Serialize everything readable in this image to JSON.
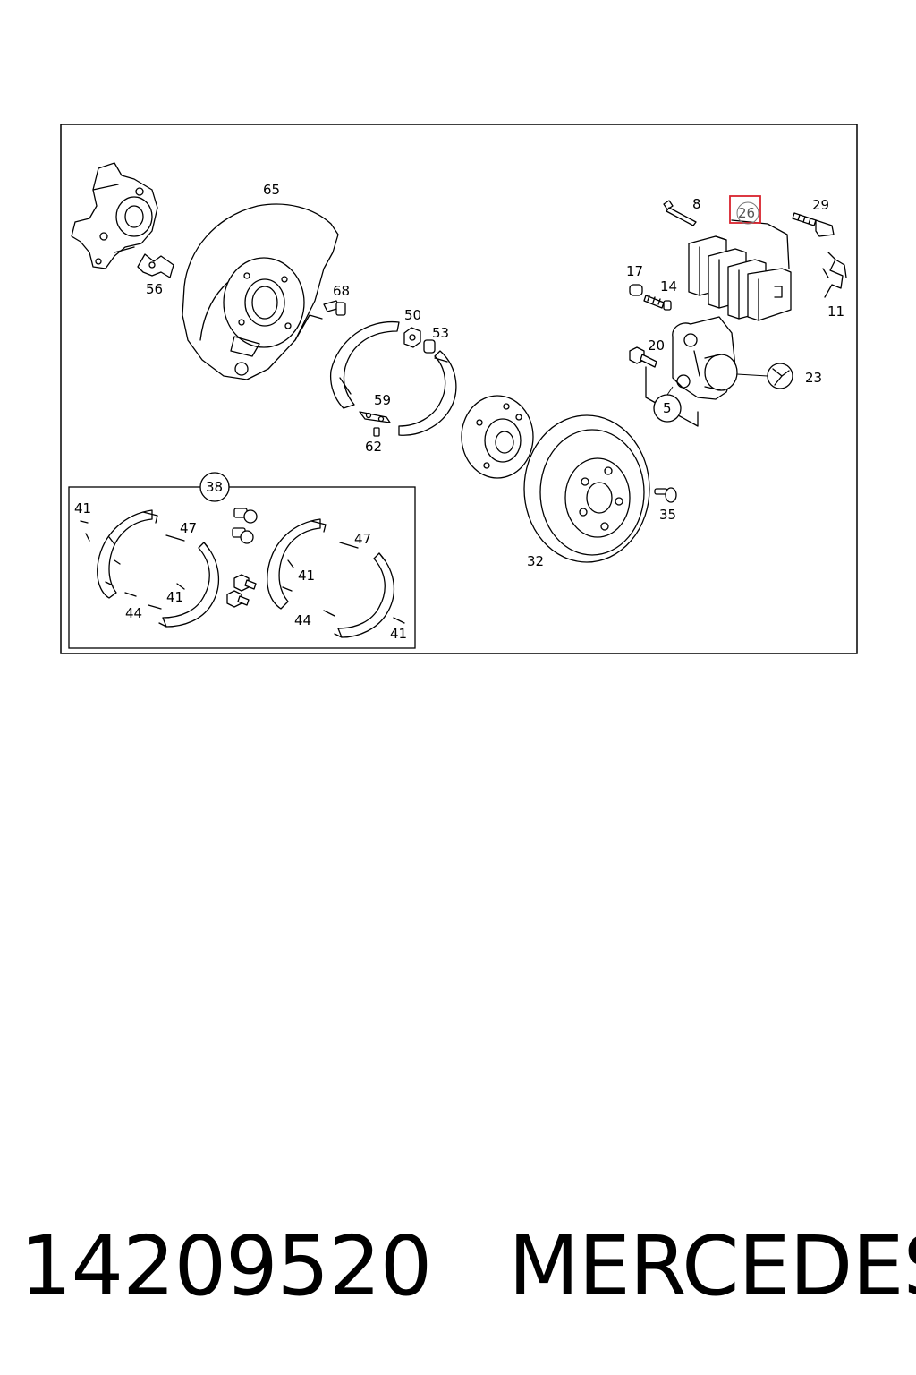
{
  "diagram": {
    "callouts": [
      {
        "id": "c65",
        "label": "65"
      },
      {
        "id": "c56",
        "label": "56"
      },
      {
        "id": "c68",
        "label": "68"
      },
      {
        "id": "c50",
        "label": "50"
      },
      {
        "id": "c53",
        "label": "53"
      },
      {
        "id": "c59",
        "label": "59"
      },
      {
        "id": "c62",
        "label": "62"
      },
      {
        "id": "c8",
        "label": "8"
      },
      {
        "id": "c26",
        "label": "26"
      },
      {
        "id": "c29",
        "label": "29"
      },
      {
        "id": "c17",
        "label": "17"
      },
      {
        "id": "c14",
        "label": "14"
      },
      {
        "id": "c11",
        "label": "11"
      },
      {
        "id": "c20",
        "label": "20"
      },
      {
        "id": "c23",
        "label": "23"
      },
      {
        "id": "c5",
        "label": "5"
      },
      {
        "id": "c35",
        "label": "35"
      },
      {
        "id": "c32",
        "label": "32"
      },
      {
        "id": "c38",
        "label": "38"
      },
      {
        "id": "c41a",
        "label": "41"
      },
      {
        "id": "c47a",
        "label": "47"
      },
      {
        "id": "c41b",
        "label": "41"
      },
      {
        "id": "c44a",
        "label": "44"
      },
      {
        "id": "c47b",
        "label": "47"
      },
      {
        "id": "c41c",
        "label": "41"
      },
      {
        "id": "c44b",
        "label": "44"
      },
      {
        "id": "c41d",
        "label": "41"
      }
    ],
    "highlight_color": "#d9232e"
  },
  "caption": {
    "part_number": "14209520",
    "brand": "MERCEDES"
  }
}
